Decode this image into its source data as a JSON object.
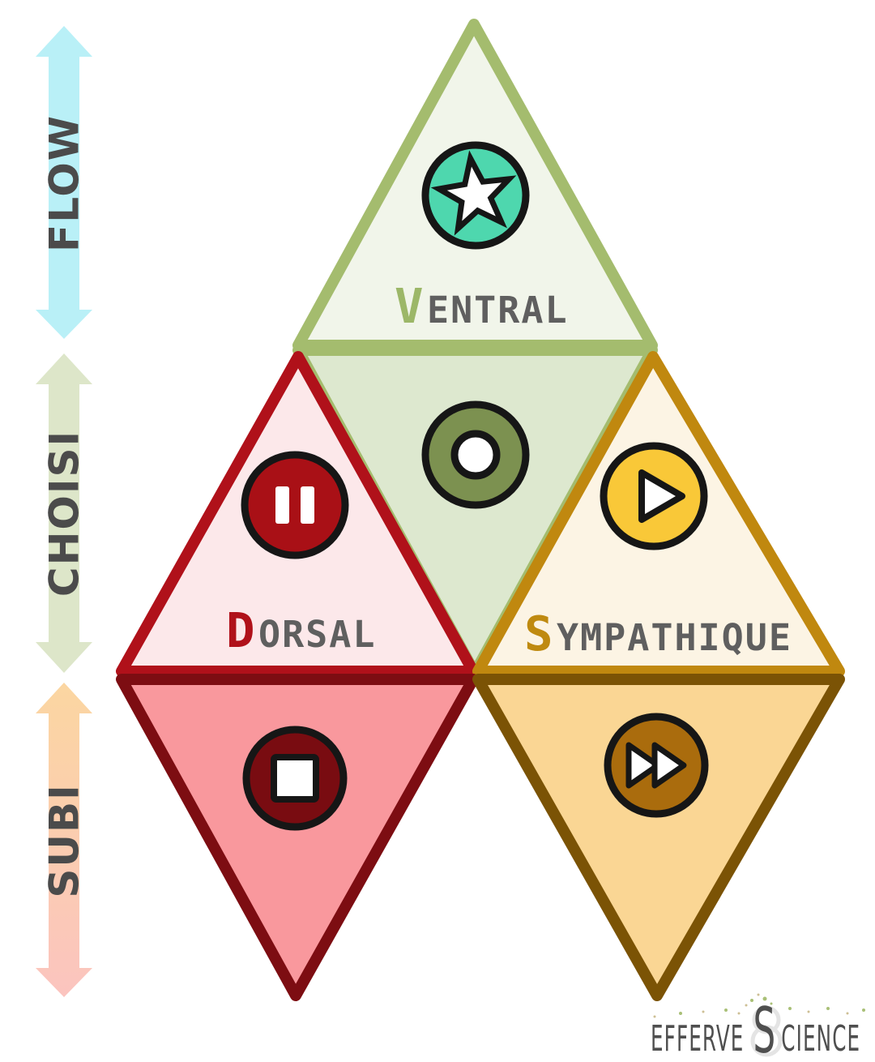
{
  "axis": {
    "flow": {
      "label": "FLOW"
    },
    "choisi": {
      "label": "CHOISI"
    },
    "subi": {
      "label": "SUBI"
    }
  },
  "triangles": {
    "ventral": {
      "initial": "V",
      "rest": "ENTRAL",
      "icon": "star"
    },
    "ventral_lower": {
      "icon": "record"
    },
    "dorsal": {
      "initial": "D",
      "rest": "ORSAL",
      "icon": "pause"
    },
    "dorsal_lower": {
      "icon": "stop"
    },
    "sympathique": {
      "initial": "S",
      "rest": "YMPATHIQUE",
      "icon": "play"
    },
    "sympathique_lower": {
      "icon": "fast-forward"
    }
  },
  "logo": {
    "prefix": "EFFERVE",
    "accent": "S",
    "suffix": "CIENCE"
  },
  "colors": {
    "ventral_fill": "#f1f5ea",
    "ventral_border": "#a4bc6e",
    "ventral_lower_fill": "#dde8cf",
    "dorsal_fill": "#fce8ea",
    "dorsal_border": "#b0111a",
    "dorsal_lower_fill": "#f9989d",
    "dorsal_lower_border": "#7d0d12",
    "sympathique_fill": "#fcf4e4",
    "sympathique_border": "#c0880f",
    "sympathique_lower_fill": "#fad694",
    "sympathique_lower_border": "#7b5305",
    "star_badge": "#4ed7ae",
    "record_badge": "#7c9150",
    "pause_badge": "#a91016",
    "play_badge": "#f9c838",
    "stop_badge": "#790c11",
    "fast_forward_badge": "#aa6c0d",
    "flow_arrow": "#b9f0f7",
    "choisi_arrow": "#dde6c9",
    "subi_arrow_top": "#fbd6a1",
    "subi_arrow_bottom": "#fbc4bf",
    "ventral_initial": "#9cb768",
    "dorsal_initial": "#b0111a",
    "sympathique_initial": "#bf8a10",
    "label_gray": "#5f5f5f",
    "arrow_text": "#4b4b4b",
    "logo_text": "#4f4f4f",
    "logo_accent": "#93b95c"
  }
}
